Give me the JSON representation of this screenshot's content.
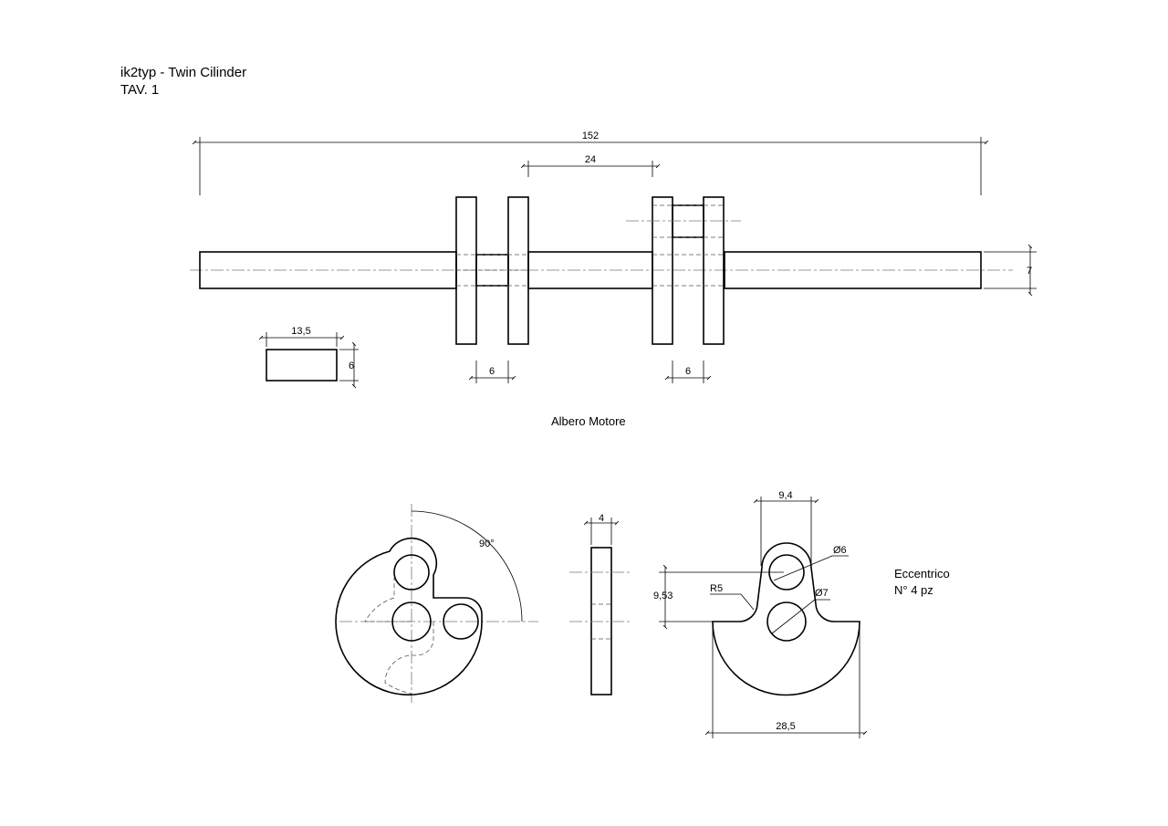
{
  "sheet": {
    "title": "ik2typ - Twin Cilinder",
    "table": "TAV. 1"
  },
  "shaft": {
    "caption": "Albero Motore",
    "dims": {
      "overall_length": "152",
      "crank_spacing": "24",
      "diameter": "7",
      "crankpin_width_left": "6",
      "crankpin_width_right": "6",
      "block_length": "13,5",
      "block_height": "6"
    }
  },
  "eccentric": {
    "name": "Eccentrico",
    "quantity": "N° 4 pz",
    "dims": {
      "angle": "90°",
      "thickness": "4",
      "hole_spacing": "9,4",
      "center_distance": "9,53",
      "fillet_radius": "R5",
      "small_hole_dia": "Ø6",
      "large_hole_dia": "Ø7",
      "disc_width": "28,5"
    }
  }
}
